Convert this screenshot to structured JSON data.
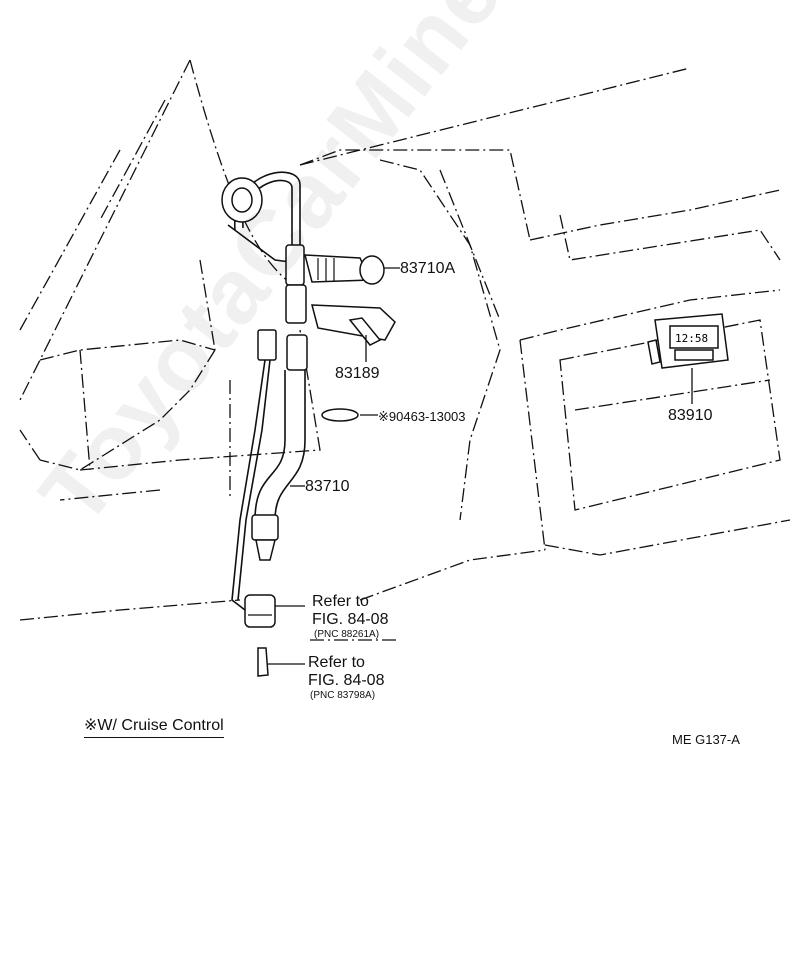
{
  "labels": {
    "p83710A": "83710A",
    "p83189": "83189",
    "p90463": "※90463-13003",
    "p83710": "83710",
    "p83910": "83910"
  },
  "refs": [
    {
      "line1": "Refer to",
      "line2": "FIG. 84-08",
      "pnc": "(PNC 88261A)"
    },
    {
      "line1": "Refer to",
      "line2": "FIG. 84-08",
      "pnc": "(PNC 83798A)"
    }
  ],
  "footnote": "※W/ Cruise Control",
  "figure_code": "ME  G137-A",
  "clock_display": "12:58",
  "watermark": "ToyotaCarMine.ru"
}
